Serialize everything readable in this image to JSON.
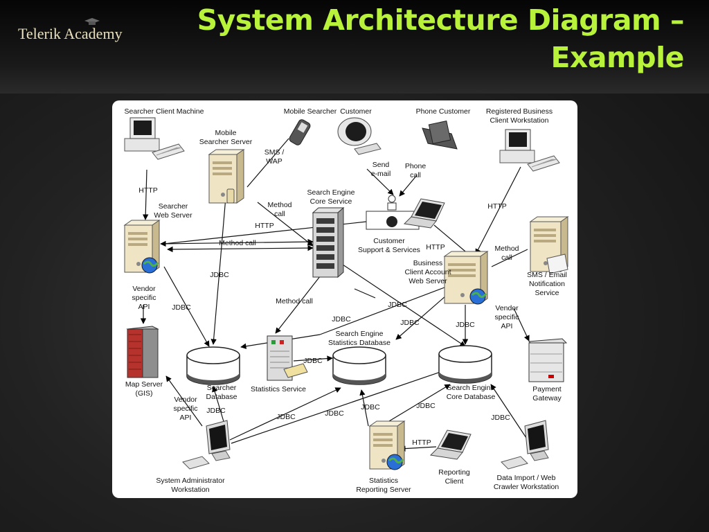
{
  "header": {
    "logo": "Telerik Academy",
    "title_line1": "System Architecture Diagram –",
    "title_line2": "Example"
  },
  "diagram": {
    "nodes": {
      "searcher_client": [
        "Searcher Client Machine"
      ],
      "mobile_searcher": [
        "Mobile Searcher"
      ],
      "customer": [
        "Customer"
      ],
      "phone_customer": [
        "Phone Customer"
      ],
      "registered_client": [
        "Registered Business",
        "Client Workstation"
      ],
      "mobile_searcher_server": [
        "Mobile",
        "Searcher Server"
      ],
      "searcher_web_server": [
        "Searcher",
        "Web Server"
      ],
      "core_service": [
        "Search Engine",
        "Core Service"
      ],
      "customer_support": [
        "Customer",
        "Support & Services"
      ],
      "business_account_server": [
        "Business",
        "Client Account",
        "Web Server"
      ],
      "sms_email": [
        "SMS / Email",
        "Notification",
        "Service"
      ],
      "map_server": [
        "Map Server",
        "(GIS)"
      ],
      "searcher_db": [
        "Searcher",
        "Database"
      ],
      "statistics_service": [
        "Statistics Service"
      ],
      "statistics_db": [
        "Search Engine",
        "Statistics Database"
      ],
      "core_db": [
        "Search Engine",
        "Core Database"
      ],
      "payment_gateway": [
        "Payment",
        "Gateway"
      ],
      "sysadmin": [
        "System Administrator",
        "Workstation"
      ],
      "reporting_server": [
        "Statistics",
        "Reporting Server"
      ],
      "reporting_client": [
        "Reporting",
        "Client"
      ],
      "data_import": [
        "Data Import / Web",
        "Crawler Workstation"
      ]
    },
    "edge_labels": {
      "http": "HTTP",
      "jdbc": "JDBC",
      "sms_wap": [
        "SMS /",
        "WAP"
      ],
      "method_call": "Method call",
      "method_call_2": [
        "Method",
        "call"
      ],
      "send_email": [
        "Send",
        "e-mail"
      ],
      "phone_call": [
        "Phone",
        "call"
      ],
      "vendor_api": [
        "Vendor",
        "specific",
        "API"
      ]
    },
    "colors": {
      "title": "#b8f23a",
      "edge": "#111111",
      "server_body": "#efe4c4",
      "database_top": "#ffffff",
      "database_band": "#555555"
    }
  }
}
